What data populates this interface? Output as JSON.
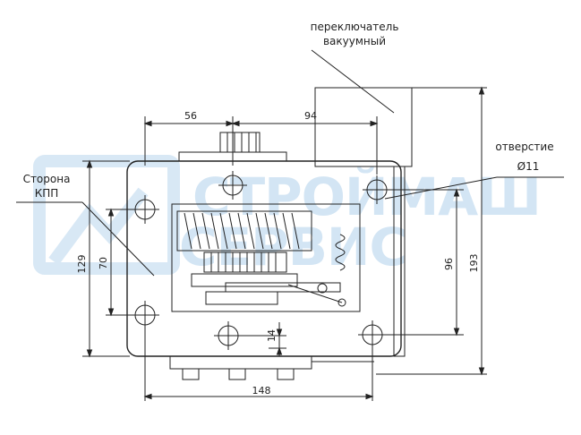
{
  "labels": {
    "switch_line1": "переключатель",
    "switch_line2": "вакуумный",
    "side_line1": "Сторона",
    "side_line2": "КПП",
    "hole_line1": "отверстие",
    "hole_line2": "Ø11"
  },
  "dimensions": {
    "d56": "56",
    "d94": "94",
    "d129": "129",
    "d70": "70",
    "d96": "96",
    "d193": "193",
    "d14": "14",
    "d148": "148"
  },
  "watermark": {
    "line1": "СТРОЙМАШ",
    "line2": "СЕРВИС"
  },
  "colors": {
    "line": "#222222",
    "watermark": "#cfe3f3"
  }
}
